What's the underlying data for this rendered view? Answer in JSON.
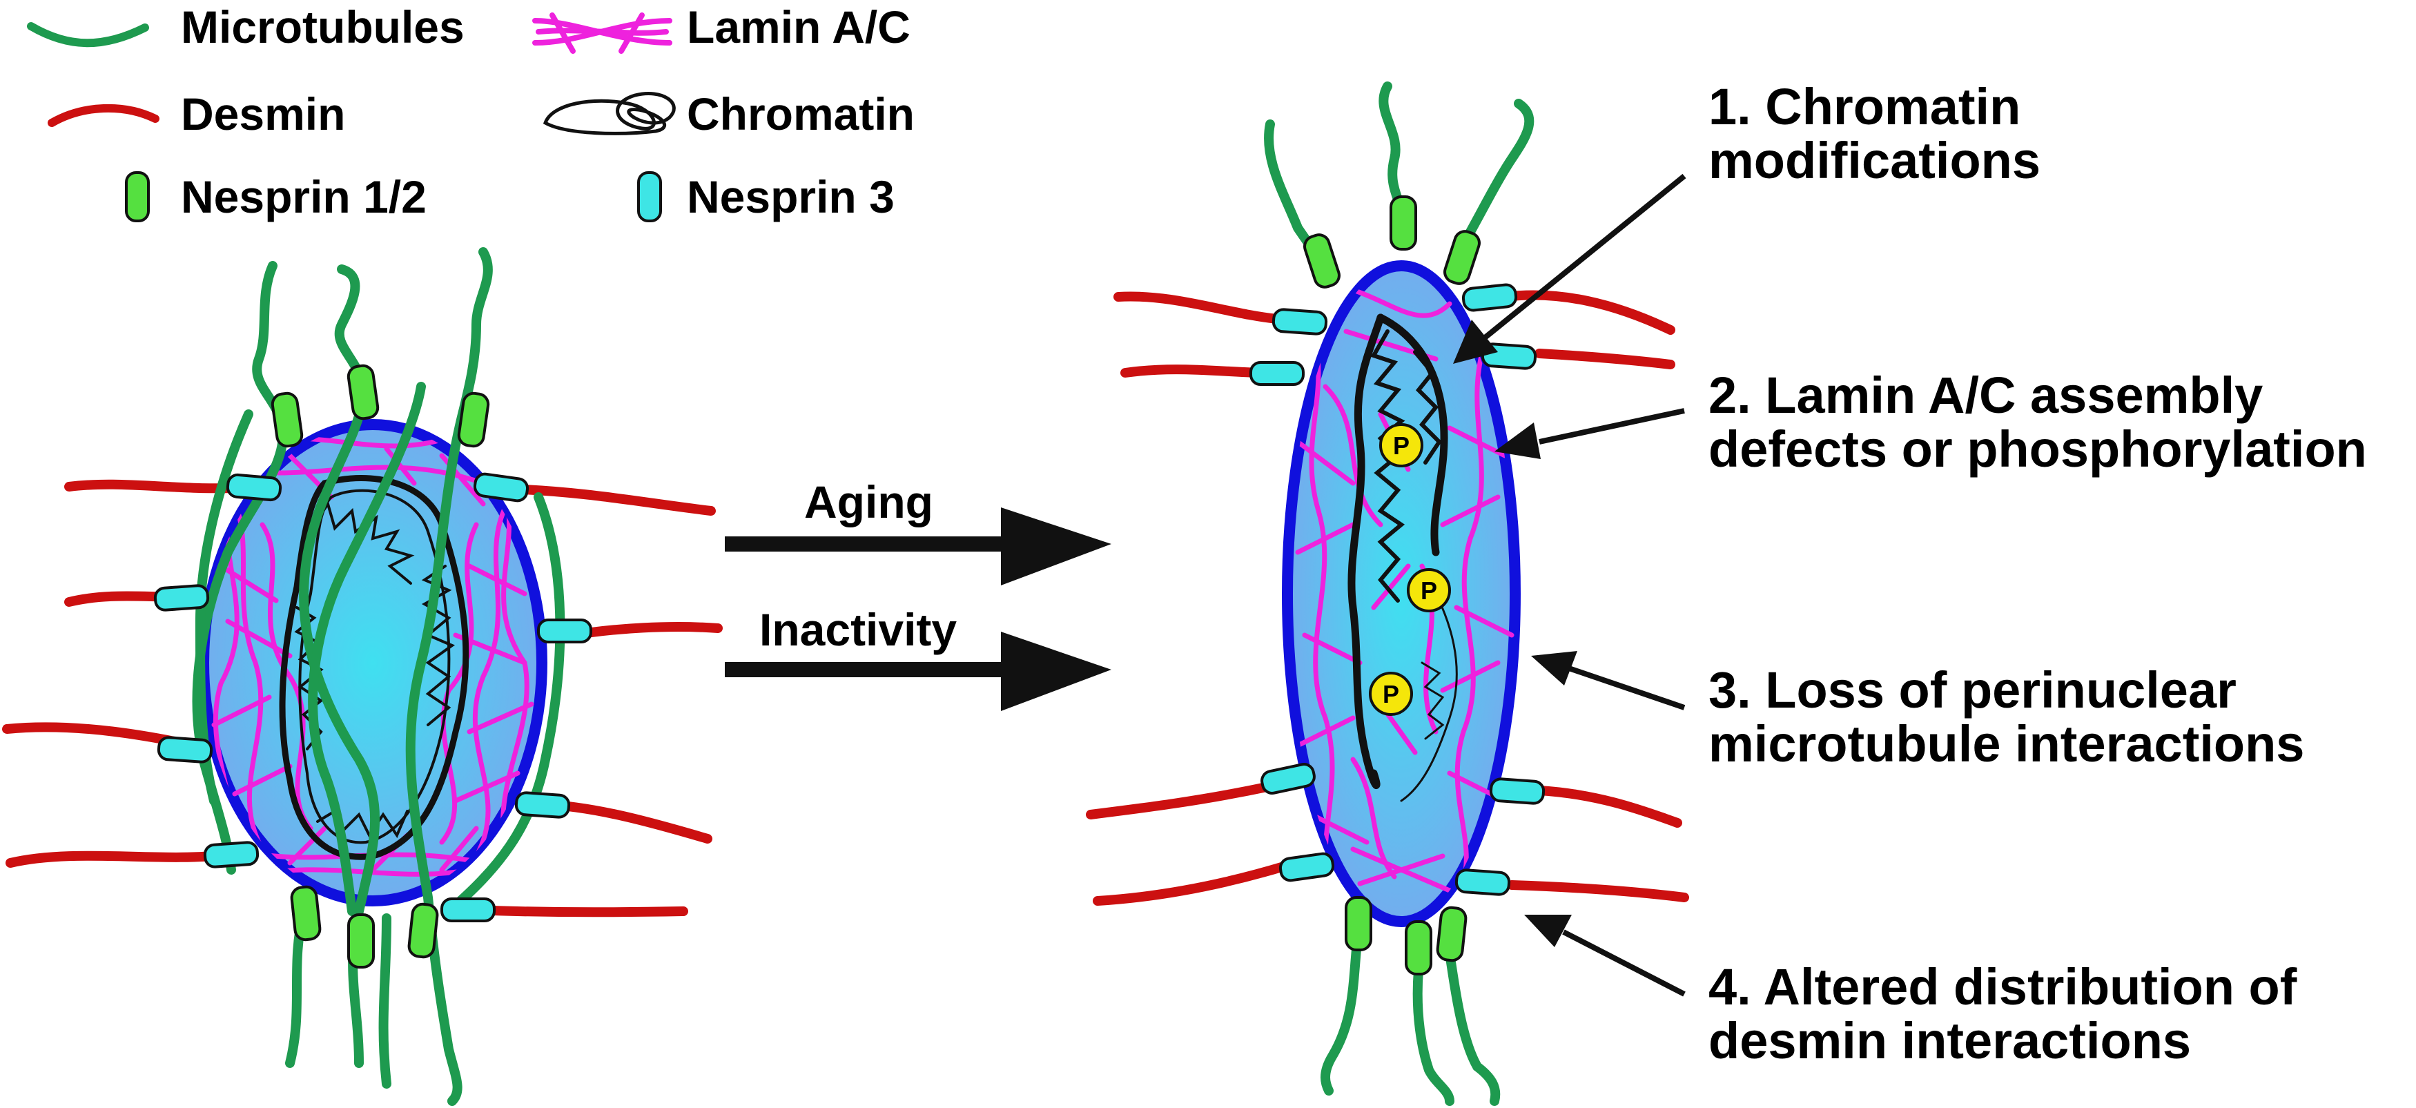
{
  "legend": {
    "microtubules": "Microtubules",
    "lamin": "Lamin A/C",
    "desmin": "Desmin",
    "chromatin": "Chromatin",
    "nesprin12": "Nesprin 1/2",
    "nesprin3": "Nesprin 3"
  },
  "transition": {
    "aging": "Aging",
    "inactivity": "Inactivity"
  },
  "steps": [
    {
      "line1": "1. Chromatin",
      "line2": "modifications"
    },
    {
      "line1": "2. Lamin A/C assembly",
      "line2": "defects or phosphorylation"
    },
    {
      "line1": "3. Loss of perinuclear",
      "line2": "microtubule interactions"
    },
    {
      "line1": "4. Altered distribution of",
      "line2": "desmin interactions"
    }
  ],
  "phospho_label": "P",
  "colors": {
    "microtubule": "#1e9a4f",
    "desmin": "#cc1010",
    "lamin": "#ee22dd",
    "nuclear_envelope": "#1010dd",
    "nucleus_fill": "#7ec8f5",
    "nesprin12": "#55e040",
    "nesprin3": "#3ee5e5",
    "phospho": "#f5e60a"
  },
  "icons": {
    "microtubule": "green-wavy-line",
    "lamin": "magenta-crossed-lines",
    "desmin": "red-wavy-line",
    "chromatin": "black-squiggle",
    "nesprin12": "green-capsule",
    "nesprin3": "cyan-capsule"
  }
}
